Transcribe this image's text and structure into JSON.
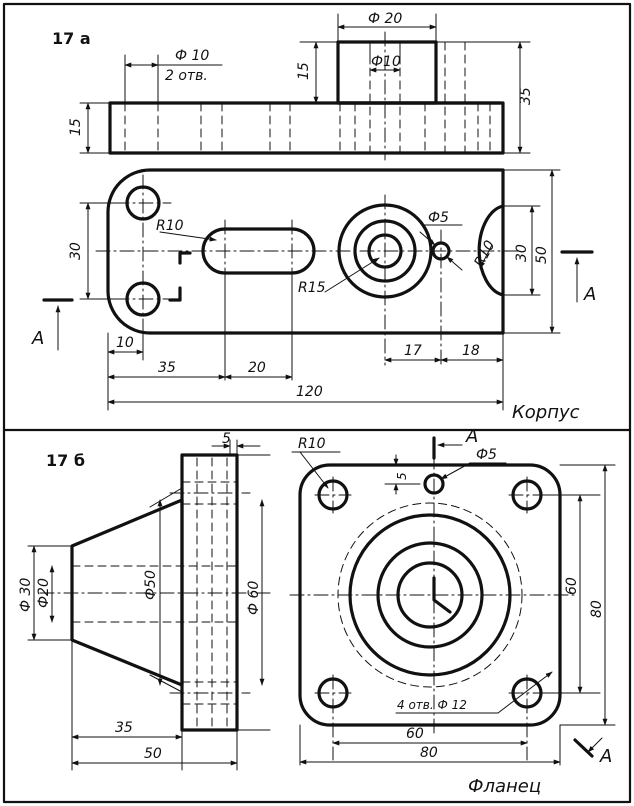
{
  "panel_a": {
    "label": "17 а",
    "title": "Корпус",
    "dims": {
      "d20": "Ф 20",
      "d10_top": "Ф10",
      "d10_holes": "Ф 10",
      "holes_note": "2 отв.",
      "h15_left": "15",
      "h15_boss": "15",
      "h35": "35",
      "w30": "30",
      "w50": "50",
      "w30_right": "30",
      "r10_slot": "R10",
      "r10_notch": "R10",
      "r15": "R15",
      "d5": "Ф5",
      "x10": "10",
      "x35": "35",
      "x20": "20",
      "x17": "17",
      "x18": "18",
      "x120": "120",
      "section_left": "А",
      "section_right": "А"
    }
  },
  "panel_b": {
    "label": "17 б",
    "title": "Фланец",
    "dims": {
      "t5": "5",
      "d30": "Ф 30",
      "d20": "Ф20",
      "d50": "Ф50",
      "d60": "Ф 60",
      "x35": "35",
      "x50": "50",
      "r10": "R10",
      "off5": "5",
      "d5": "Ф5",
      "v60": "60",
      "v80": "80",
      "holes_note": "4 отв. Ф 12",
      "h60": "60",
      "h80": "80",
      "section_top": "А",
      "section_bottom": "А"
    }
  }
}
